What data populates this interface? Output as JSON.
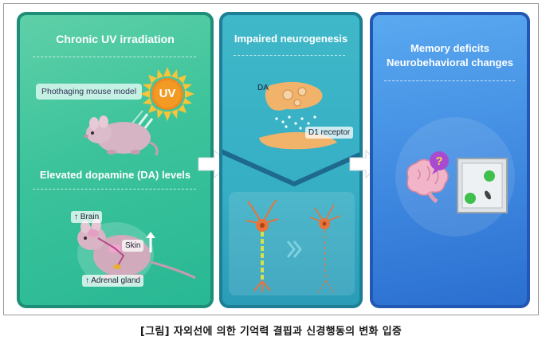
{
  "panel1": {
    "title": "Chronic UV irradiation",
    "model_label": "Phothaging mouse model",
    "sun_label": "UV",
    "subtitle": "Elevated dopamine (DA) levels",
    "label_brain": "Brain",
    "label_skin": "Skin",
    "label_adrenal": "Adrenal gland"
  },
  "panel2": {
    "title": "Impaired neurogenesis",
    "label_da": "DA",
    "label_d1": "D1 receptor"
  },
  "panel3": {
    "title_line1": "Memory deficits",
    "title_line2": "Neurobehavioral changes"
  },
  "caption": "[그림] 자외선에 의한 기억력 결핍과 신경행동의 변화 입증",
  "colors": {
    "panel1": "#3cc39b",
    "panel2": "#36aec4",
    "panel3": "#3f89e0",
    "sun": "#f5a623",
    "neuron_body": "#e8743b"
  }
}
